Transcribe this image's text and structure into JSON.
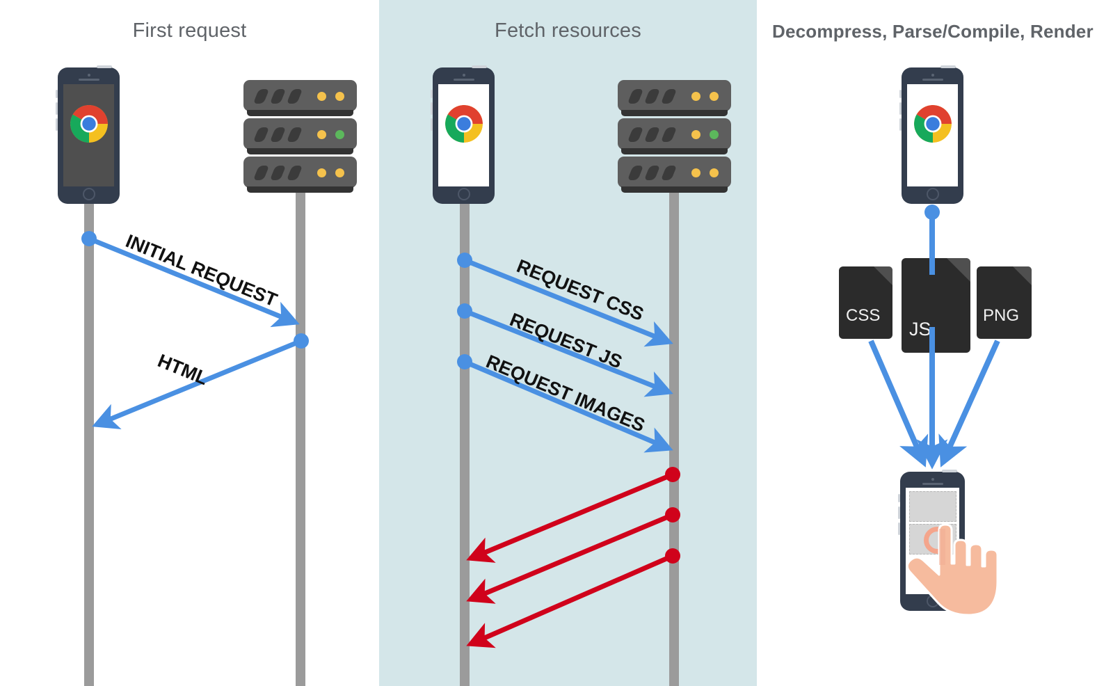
{
  "diagram": {
    "title_row": [
      "First request",
      "Fetch resources",
      "Decompress, Parse/Compile, Render"
    ],
    "colors": {
      "request_arrow": "#4a90e2",
      "response_arrow": "#d0021b",
      "lifeline": "#9b9b9b",
      "panel_highlight_bg": "#d4e6e9",
      "title_text": "#5f6368",
      "phone_body": "#333d4d",
      "file_icon": "#2b2b2b"
    }
  },
  "panels": [
    {
      "id": "first-request",
      "title": "First request",
      "background": "#ffffff",
      "actors": [
        {
          "name": "phone",
          "label": "mobile-chrome-browser",
          "screen": "dark"
        },
        {
          "name": "server",
          "label": "web-server"
        }
      ],
      "messages": [
        {
          "label": "INITIAL REQUEST",
          "direction": "client-to-server",
          "color": "#4a90e2"
        },
        {
          "label": "HTML",
          "direction": "server-to-client",
          "color": "#4a90e2"
        }
      ]
    },
    {
      "id": "fetch-resources",
      "title": "Fetch resources",
      "background": "#d4e6e9",
      "actors": [
        {
          "name": "phone",
          "label": "mobile-chrome-browser",
          "screen": "white"
        },
        {
          "name": "server",
          "label": "web-server"
        }
      ],
      "messages": [
        {
          "label": "REQUEST CSS",
          "direction": "client-to-server",
          "color": "#4a90e2"
        },
        {
          "label": "REQUEST JS",
          "direction": "client-to-server",
          "color": "#4a90e2"
        },
        {
          "label": "REQUEST IMAGES",
          "direction": "client-to-server",
          "color": "#4a90e2"
        },
        {
          "label": "",
          "direction": "server-to-client",
          "color": "#d0021b"
        },
        {
          "label": "",
          "direction": "server-to-client",
          "color": "#d0021b"
        },
        {
          "label": "",
          "direction": "server-to-client",
          "color": "#d0021b"
        }
      ]
    },
    {
      "id": "decompress-parse-render",
      "title": "Decompress, Parse/Compile, Render",
      "background": "#ffffff",
      "files": [
        {
          "label": "CSS"
        },
        {
          "label": "JS"
        },
        {
          "label": "PNG"
        }
      ],
      "actors": [
        {
          "name": "phone-top",
          "label": "mobile-chrome-browser",
          "screen": "white"
        },
        {
          "name": "phone-bottom",
          "label": "rendered-page-with-tap",
          "screen": "wireframe"
        }
      ]
    }
  ],
  "server_status_lights": [
    [
      "#f5c24c",
      "#f5c24c"
    ],
    [
      "#f5c24c",
      "#5cb85c"
    ],
    [
      "#f5c24c",
      "#f5c24c"
    ]
  ],
  "icons": {
    "chrome": "chrome-logo-icon",
    "server": "server-rack-icon",
    "phone": "smartphone-icon",
    "file": "file-document-icon",
    "hand": "pointing-hand-icon",
    "tap": "tap-ripple-icon"
  }
}
